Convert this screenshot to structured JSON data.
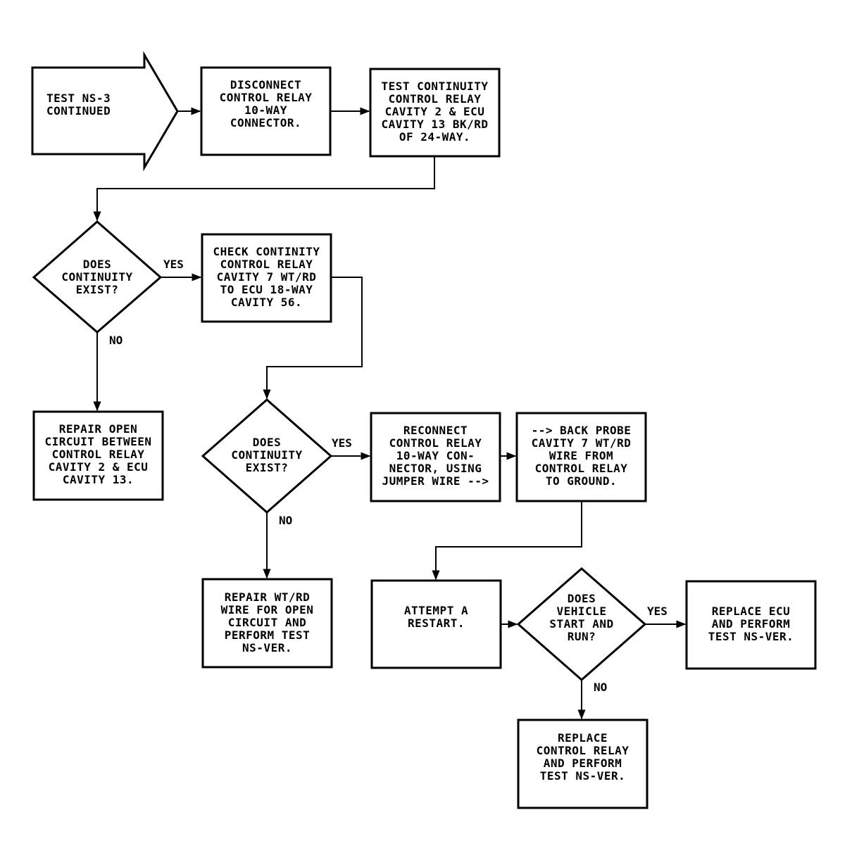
{
  "nodes": {
    "start": "TEST NS-3\nCONTINUED",
    "disconnect": "DISCONNECT\nCONTROL RELAY\n10-WAY\nCONNECTOR.",
    "test_continuity": "TEST CONTINUITY\nCONTROL RELAY\nCAVITY 2 & ECU\nCAVITY 13 BK/RD\nOF 24-WAY.",
    "decision1": "DOES\nCONTINUITY\nEXIST?",
    "check_continuity": "CHECK CONTINITY\nCONTROL RELAY\nCAVITY 7 WT/RD\nTO ECU 18-WAY\nCAVITY 56.",
    "repair_open": "REPAIR OPEN\nCIRCUIT BETWEEN\nCONTROL RELAY\nCAVITY 2 & ECU\nCAVITY 13.",
    "decision2": "DOES\nCONTINUITY\nEXIST?",
    "reconnect": "RECONNECT\nCONTROL RELAY\n10-WAY CON-\nNECTOR, USING\nJUMPER WIRE -->",
    "back_probe": "--> BACK PROBE\nCAVITY 7 WT/RD\nWIRE FROM\nCONTROL RELAY\nTO GROUND.",
    "repair_wire": "REPAIR WT/RD\nWIRE FOR OPEN\nCIRCUIT AND\nPERFORM TEST\nNS-VER.",
    "attempt_restart": "ATTEMPT A\nRESTART.",
    "decision3": "DOES\nVEHICLE\nSTART AND\nRUN?",
    "replace_ecu": "REPLACE ECU\nAND PERFORM\nTEST NS-VER.",
    "replace_relay": "REPLACE\nCONTROL RELAY\nAND PERFORM\nTEST NS-VER."
  },
  "edge_labels": {
    "d1_yes": "YES",
    "d1_no": "NO",
    "d2_yes": "YES",
    "d2_no": "NO",
    "d3_yes": "YES",
    "d3_no": "NO"
  }
}
